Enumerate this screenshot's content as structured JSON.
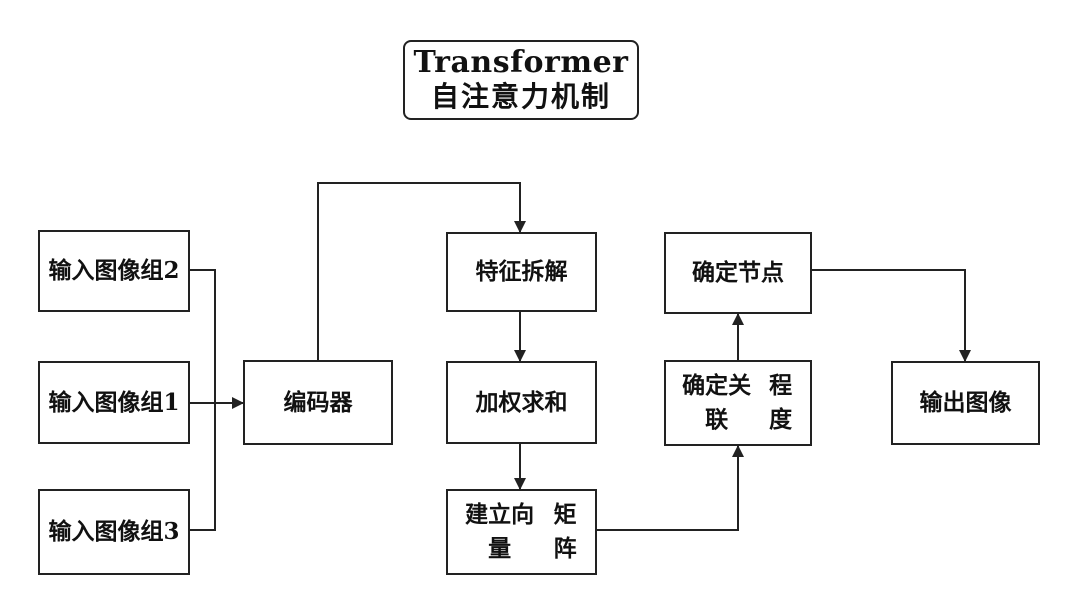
{
  "title": {
    "line1": "Transformer",
    "line2": "自注意力机制"
  },
  "nodes": {
    "input2": [
      "输入图像",
      "组2"
    ],
    "input1": [
      "输入图像",
      "组1"
    ],
    "input3": [
      "输入图像",
      "组3"
    ],
    "encoder": [
      "编码器"
    ],
    "feature": [
      "特征拆解"
    ],
    "weighted": [
      "加权求和"
    ],
    "vector": [
      "建立向量",
      "矩阵"
    ],
    "relation": [
      "确定关联",
      "程度"
    ],
    "node_select": [
      "确定节点"
    ],
    "output": [
      "输出图像"
    ]
  }
}
